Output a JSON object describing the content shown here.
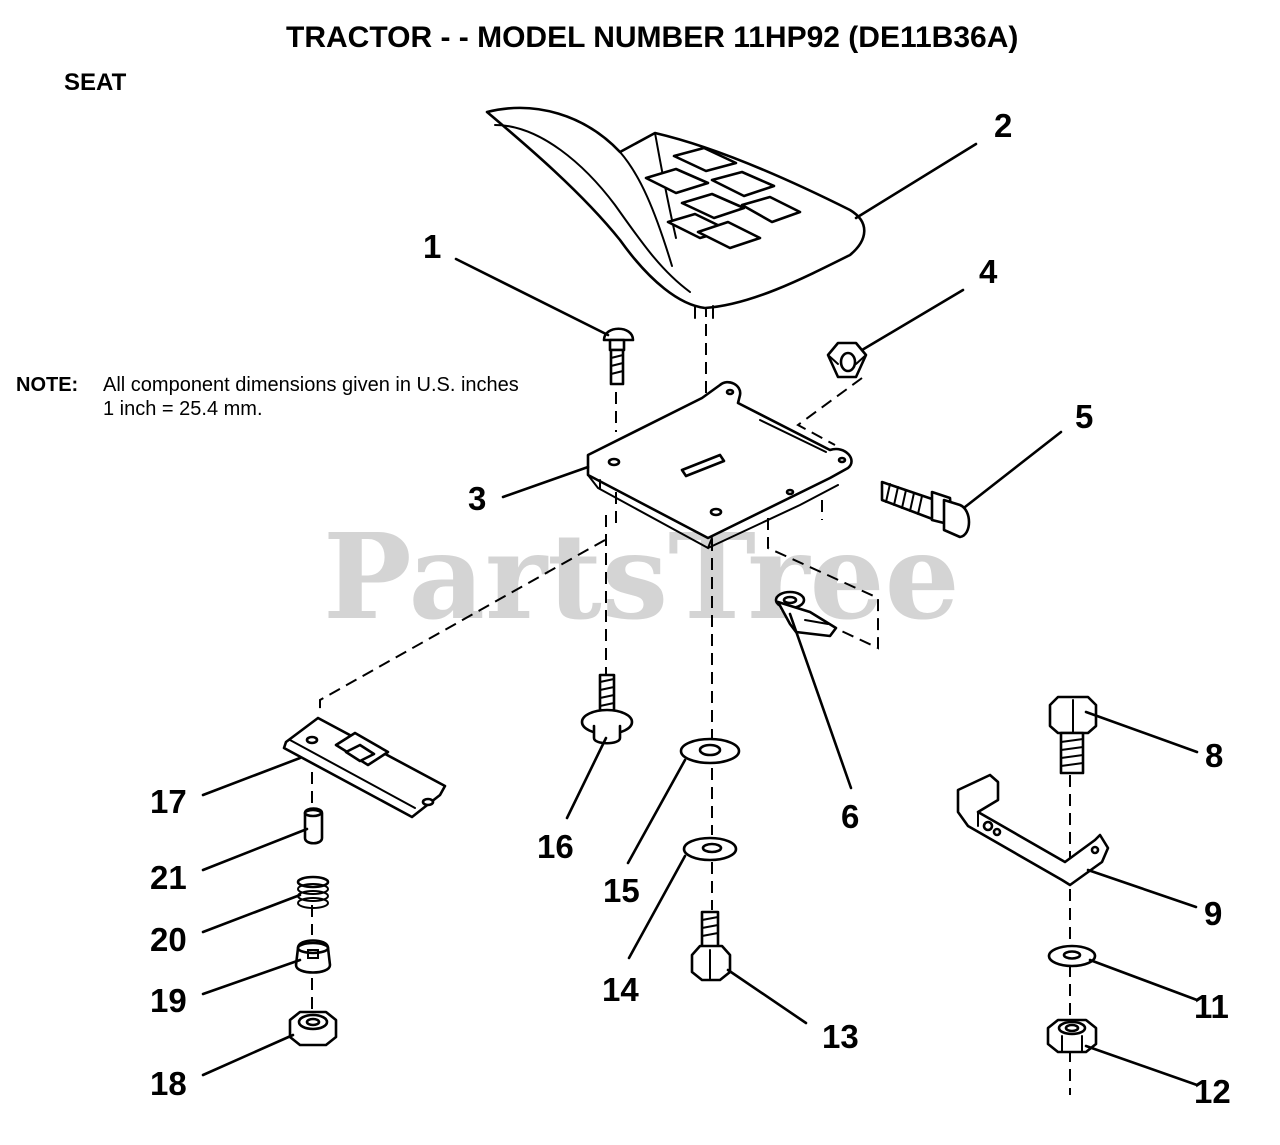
{
  "header": {
    "title": "TRACTOR - - MODEL NUMBER 11HP92 (DE11B36A)",
    "section": "SEAT"
  },
  "note": {
    "label": "NOTE:",
    "line1": "All component dimensions given in U.S. inches",
    "line2": "1 inch = 25.4 mm."
  },
  "watermark": "PartsTree",
  "callouts": [
    "1",
    "2",
    "3",
    "4",
    "5",
    "6",
    "8",
    "9",
    "11",
    "12",
    "13",
    "14",
    "15",
    "16",
    "17",
    "18",
    "19",
    "20",
    "21"
  ]
}
